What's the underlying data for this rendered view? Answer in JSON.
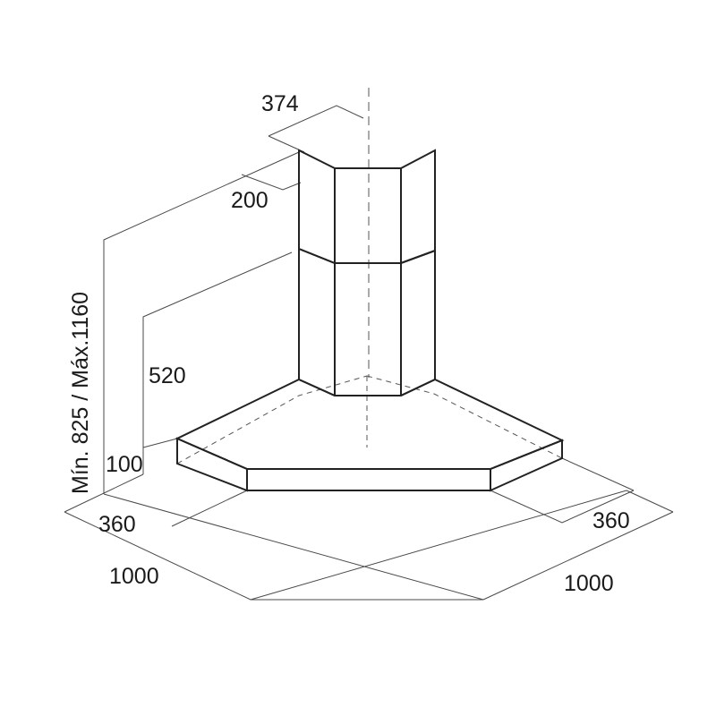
{
  "dimensions": {
    "chimney_width": "374",
    "chimney_depth": "200",
    "total_height": "Mín. 825 / Máx.1160",
    "chimney_lower_height": "520",
    "canopy_height": "100",
    "left_depth": "360",
    "right_depth": "360",
    "left_width": "1000",
    "right_width": "1000"
  }
}
